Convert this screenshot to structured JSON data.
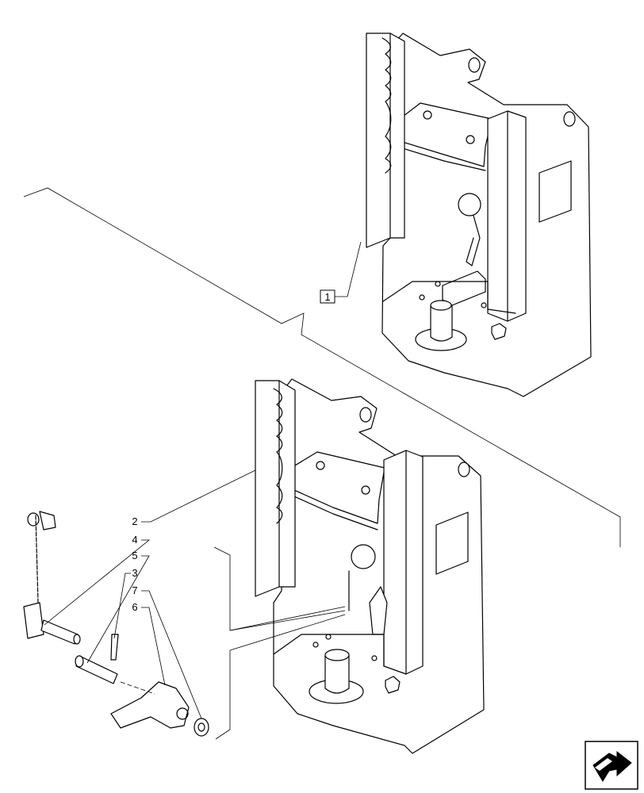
{
  "callouts": {
    "box_1": "1",
    "c2": "2",
    "c4": "4",
    "c5": "5",
    "c3": "3",
    "c7": "7",
    "c6": "6"
  },
  "icons": {
    "nav": "next-page-arrow-icon"
  }
}
